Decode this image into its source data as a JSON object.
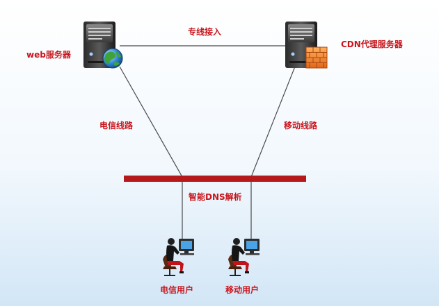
{
  "colors": {
    "label": "#c8161d",
    "line": "#4a4a4a",
    "bar": "#b5191c",
    "background_top": "#ffffff",
    "background_bottom": "#d2e6f6"
  },
  "nodes": {
    "web_server": {
      "label": "web服务器",
      "icon": "server-globe-icon"
    },
    "cdn_server": {
      "label": "CDN代理服务器",
      "icon": "server-firewall-icon"
    },
    "telecom_user": {
      "label": "电信用户",
      "icon": "user-at-computer-icon"
    },
    "mobile_user": {
      "label": "移动用户",
      "icon": "user-at-computer-icon"
    }
  },
  "links": {
    "dedicated": {
      "label": "专线接入"
    },
    "telecom": {
      "label": "电信线路"
    },
    "mobile": {
      "label": "移动线路"
    }
  },
  "dns_bar": {
    "label": "智能DNS解析"
  }
}
